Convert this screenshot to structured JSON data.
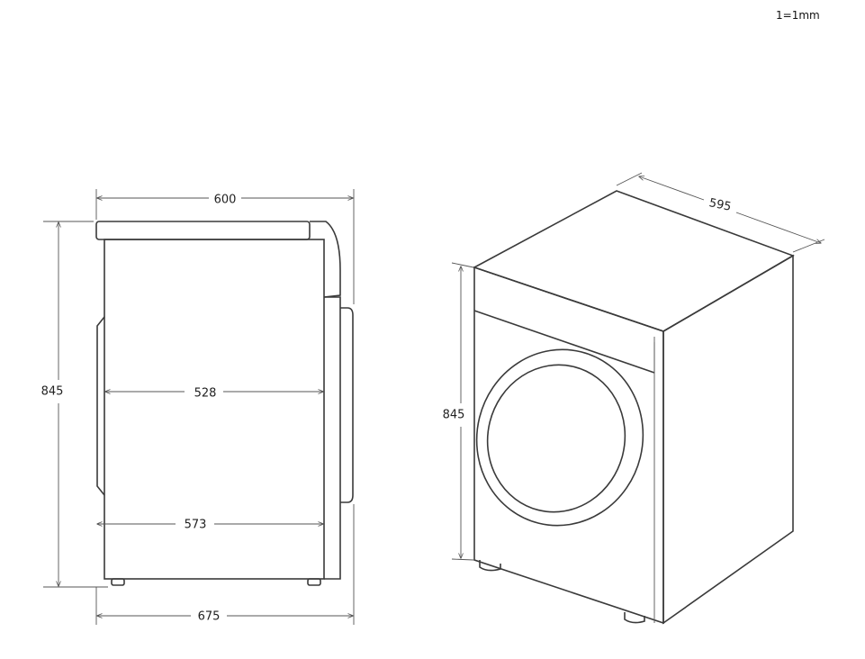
{
  "scale_note": "1=1mm",
  "side_view": {
    "top_width": "600",
    "height": "845",
    "body_depth": "528",
    "base_depth": "573",
    "total_depth": "675"
  },
  "iso_view": {
    "depth": "595",
    "height": "845"
  }
}
